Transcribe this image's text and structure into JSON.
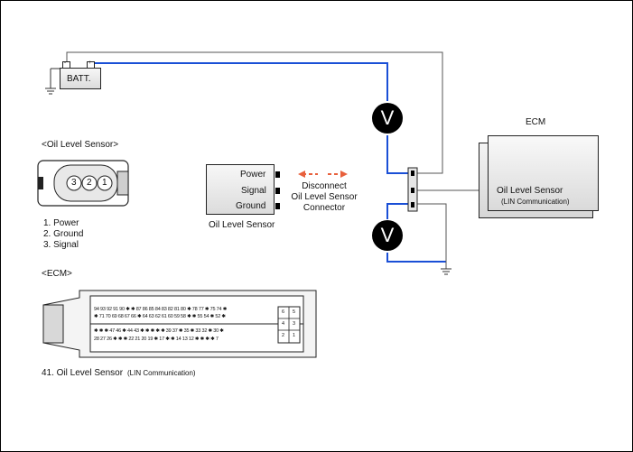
{
  "battery": {
    "label": "BATT.",
    "minus": "-",
    "plus": "+"
  },
  "ecm": {
    "title": "ECM",
    "pin_label": "Oil Level Sensor",
    "pin_sublabel": "(LIN Communication)"
  },
  "sensor_box": {
    "caption": "Oil Level Sensor",
    "pins": [
      "Power",
      "Signal",
      "Ground"
    ]
  },
  "disconnect": {
    "line1": "Disconnect",
    "line2": "Oil Level Sensor",
    "line3": "Connector"
  },
  "meters": {
    "symbol": "V"
  },
  "oil_sensor_connector": {
    "title": "<Oil Level Sensor>",
    "pin_numbers": [
      "3",
      "2",
      "1"
    ],
    "legend": [
      "1. Power",
      "2. Ground",
      "3. Signal"
    ]
  },
  "ecm_connector": {
    "title": "<ECM>",
    "row1": "94 93 92 91 90 ✱ ✱ 87 86 85 84 83 82 81 80 ✱ 78 77 ✱ 75 74 ✱",
    "row2": "✱ 71 70 69 68 67 66 ✱ 64 63 62 61 60 59 58 ✱ ✱ 55 54 ✱ 52 ✱",
    "row3": "✱ ✱ ✱ 47 46 ✱ 44 43 ✱ ✱ ✱ ✱ ✱ 39 37 ✱ 35 ✱ 33 32 ✱ 30 ✱",
    "row4": "28 27 26 ✱ ✱ ✱ 22 21 20 19 ✱ 17 ✱ ✱ 14 13 12 ✱ ✱ ✱ ✱ 7",
    "side_pins": [
      "6",
      "5",
      "4",
      "3",
      "2",
      "1"
    ],
    "legend": "41. Oil Level Sensor",
    "legend_sub": "(LIN Communication)"
  },
  "colors": {
    "wire": "#1a4fd6",
    "arrow": "#e8603c",
    "thin_wire": "#333333"
  }
}
